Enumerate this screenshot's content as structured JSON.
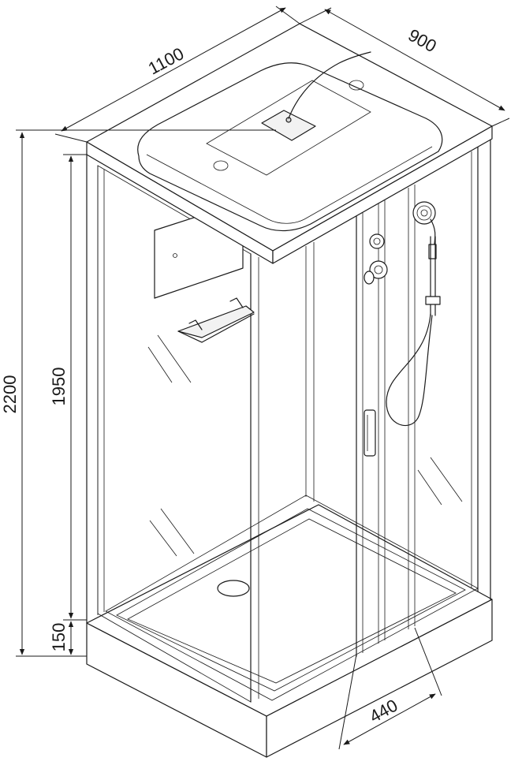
{
  "drawing": {
    "dimensions": {
      "width": "1100",
      "depth": "900",
      "total_height": "2200",
      "cabin_height": "1950",
      "tray_height": "150",
      "door_opening": "440"
    }
  }
}
